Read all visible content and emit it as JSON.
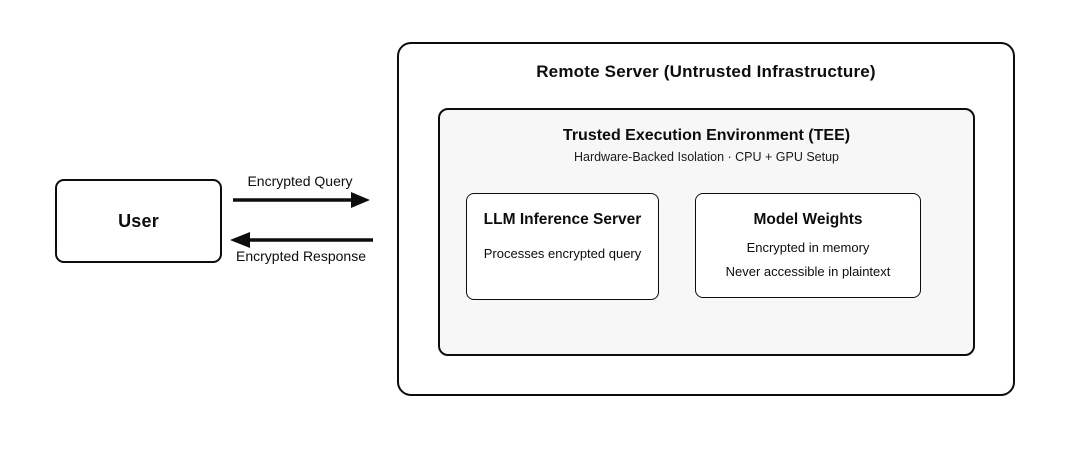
{
  "diagram": {
    "user_box": {
      "label": "User"
    },
    "arrows": {
      "query": {
        "label": "Encrypted Query",
        "direction": "right"
      },
      "response": {
        "label": "Encrypted Response",
        "direction": "left"
      }
    },
    "remote_server": {
      "title": "Remote Server (Untrusted Infrastructure)",
      "tee": {
        "title": "Trusted Execution Environment (TEE)",
        "subtitle": "Hardware-Backed Isolation · CPU + GPU Setup",
        "llm_inference": {
          "title": "LLM Inference Server",
          "description": "Processes encrypted query"
        },
        "model_weights": {
          "title": "Model Weights",
          "line1": "Encrypted in memory",
          "line2": "Never accessible in plaintext"
        }
      }
    },
    "colors": {
      "border": "#0d0d0d",
      "arrow": "#0d0d0d",
      "tee_background": "#f7f7f7",
      "box_background": "#ffffff",
      "text": "#0d0d0d"
    }
  }
}
